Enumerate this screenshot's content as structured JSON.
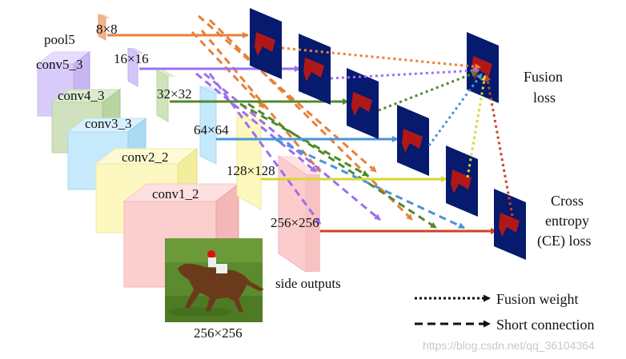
{
  "network": {
    "pool5": "pool5",
    "conv5_3": "conv5_3",
    "conv4_3": "conv4_3",
    "conv3_3": "conv3_3",
    "conv2_2": "conv2_2",
    "conv1_2": "conv1_2"
  },
  "sizes": {
    "s8": "8×8",
    "s16": "16×16",
    "s32": "32×32",
    "s64": "64×64",
    "s128": "128×128",
    "s256": "256×256",
    "input_size": "256×256"
  },
  "labels": {
    "side_outputs": "side outputs",
    "fusion_loss_line1": "Fusion",
    "fusion_loss_line2": "loss",
    "ce_line1": "Cross",
    "ce_line2": "entropy",
    "ce_line3": "(CE) loss"
  },
  "legend": {
    "fusion_weight": "Fusion weight",
    "short_connection": "Short connection"
  },
  "watermark": "https://blog.csdn.net/qq_36104364",
  "colors": {
    "orange": "#e8803a",
    "purple": "#9b6ff0",
    "green": "#4f8a2b",
    "blue": "#4a94d6",
    "yellow": "#d8d832",
    "red": "#cc4422",
    "map_bg": "#061a6e",
    "map_fg": "#b01818"
  }
}
